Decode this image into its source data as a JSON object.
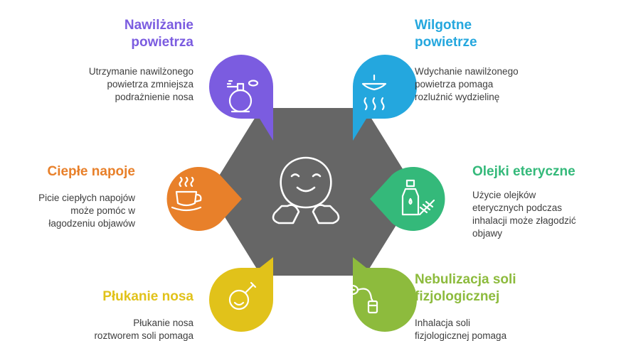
{
  "colors": {
    "center": "#666666",
    "humidifier": "#7b5ce0",
    "steam": "#24a7de",
    "drinks": "#e8802a",
    "oils": "#34b97a",
    "rinse": "#e1c21a",
    "nebulizer": "#8dbb3d",
    "text": "#3d3d3d"
  },
  "icons": {
    "center": "smiling-face-icon",
    "humidifier": "perfume-atomizer-icon",
    "steam": "steam-hood-icon",
    "drinks": "hot-cup-icon",
    "oils": "oil-bottle-icon",
    "rinse": "nasal-bulb-icon",
    "nebulizer": "nebulizer-icon"
  },
  "items": {
    "humidifier": {
      "title": "Nawilżanie\npowietrza",
      "description": "Utrzymanie nawilżonego\npowietrza zmniejsza\npodrażnienie nosa"
    },
    "steam": {
      "title": "Wilgotne\npowietrze",
      "description": "Wdychanie nawilżonego\npowietrza pomaga\nrozluźnić wydzielinę"
    },
    "drinks": {
      "title": "Ciepłe napoje",
      "description": "Picie ciepłych napojów\nmoże pomóc w\nłagodzeniu objawów"
    },
    "oils": {
      "title": "Olejki eteryczne",
      "description": "Użycie olejków\neterycznych podczas\ninhalacji może złagodzić\nobjawy"
    },
    "rinse": {
      "title": "Płukanie nosa",
      "description": "Płukanie nosa\nroztworem soli pomaga"
    },
    "nebulizer": {
      "title": "Nebulizacja soli\nfizjologicznej",
      "description": "Inhalacja soli\nfizjologicznej pomaga"
    }
  }
}
